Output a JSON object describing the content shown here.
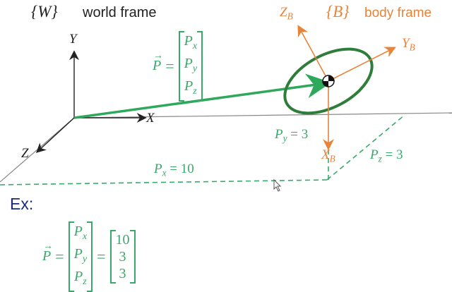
{
  "world": {
    "brace_label": "{W}",
    "title": "world frame"
  },
  "body": {
    "brace_label": "{B}",
    "title": "body frame"
  },
  "axes": {
    "X": "X",
    "Y": "Y",
    "Z": "Z"
  },
  "body_axes": {
    "XB": "X",
    "YB": "Y",
    "ZB": "Z",
    "sub": "B"
  },
  "vector": {
    "lhs": "P",
    "components": [
      {
        "base": "P",
        "sub": "x"
      },
      {
        "base": "P",
        "sub": "y"
      },
      {
        "base": "P",
        "sub": "z"
      }
    ]
  },
  "measures": {
    "px": {
      "base": "P",
      "sub": "x",
      "eq": " = 10"
    },
    "py": {
      "base": "P",
      "sub": "y",
      "eq": " = 3"
    },
    "pz": {
      "base": "P",
      "sub": "z",
      "eq": " = 3"
    }
  },
  "example": {
    "label": "Ex:",
    "values": [
      "10",
      "3",
      "3"
    ]
  },
  "colors": {
    "green": "#3aa86b",
    "dark_green": "#2e7d3a",
    "orange": "#e8843a",
    "navy": "#1a2a7a"
  }
}
